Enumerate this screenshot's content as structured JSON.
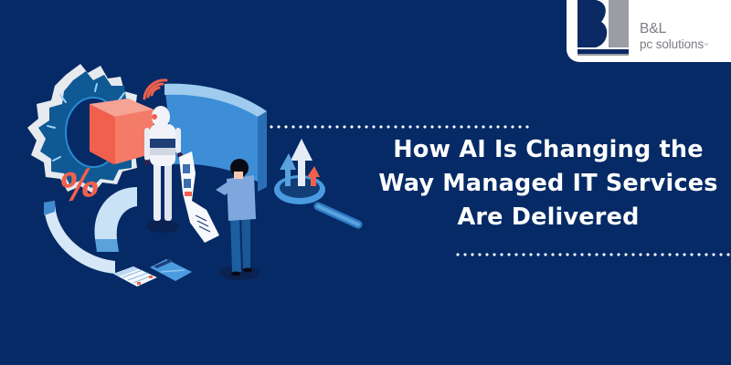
{
  "banner": {
    "headline": {
      "line1": "How AI Is Changing the",
      "line2": "Way Managed IT Services",
      "line3": "Are Delivered"
    },
    "logo": {
      "monogram": "BL",
      "name": "B&L",
      "subtitle": "pc solutions",
      "trademark": "™"
    },
    "illustration": {
      "percent_symbol": "%",
      "elements": [
        "gear-icon",
        "pie-chart-segments",
        "robot",
        "wifi-icon",
        "receipt-printout",
        "businessman",
        "magnifying-glass-icon",
        "growth-arrows-icon",
        "calculator-icon",
        "credit-card-icon"
      ]
    },
    "colors": {
      "background": "#052a66",
      "headline_text": "#ffffff",
      "accent_coral": "#f0604c",
      "accent_light_blue": "#8cc4ef",
      "gear_blue": "#0f5a94",
      "logo_navy": "#0b2a63",
      "logo_gray": "#7a7d82"
    }
  }
}
